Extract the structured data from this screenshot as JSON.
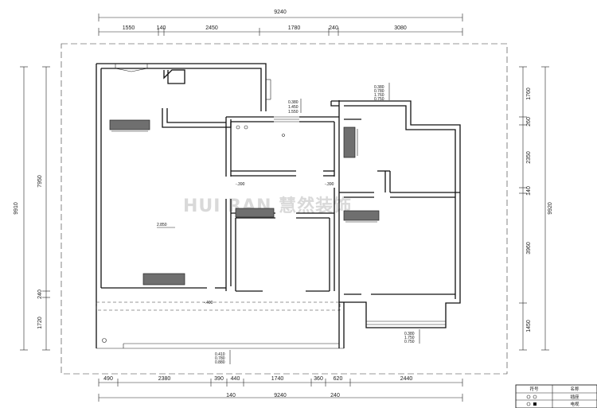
{
  "watermark": "HUI RAN 慧然装饰",
  "dims": {
    "top_total": "9240",
    "top_chain": [
      "1550",
      "140",
      "2450",
      "1780",
      "240",
      "3080"
    ],
    "bottom_chain": [
      "490",
      "2380",
      "390",
      "440",
      "1740",
      "360",
      "620",
      "2440"
    ],
    "bottom_total": "9240",
    "bottom_extra_1": "140",
    "bottom_extra_2": "240",
    "left_total": "9910",
    "left_chain": [
      "7950",
      "240",
      "1720"
    ],
    "right_chain": [
      "1760",
      "260",
      "2350",
      "140",
      "3960",
      "1450"
    ],
    "right_total": "9920"
  },
  "levels": {
    "living": "2.850",
    "kitchen": "-.390",
    "bath": "-.390",
    "balcony": "-.400"
  },
  "elevations": {
    "top_center": [
      "0.380",
      "1.450",
      "1.550"
    ],
    "top_right": [
      "0.380",
      "0.780",
      "1.760",
      "0.750"
    ],
    "bottom_right": [
      "0.380",
      "1.750",
      "0.750"
    ],
    "bottom_center": [
      "0.410",
      "0.780",
      "0.880"
    ]
  },
  "legend": {
    "header": [
      "符号",
      "名称"
    ],
    "rows": [
      "插座",
      "电视"
    ]
  }
}
